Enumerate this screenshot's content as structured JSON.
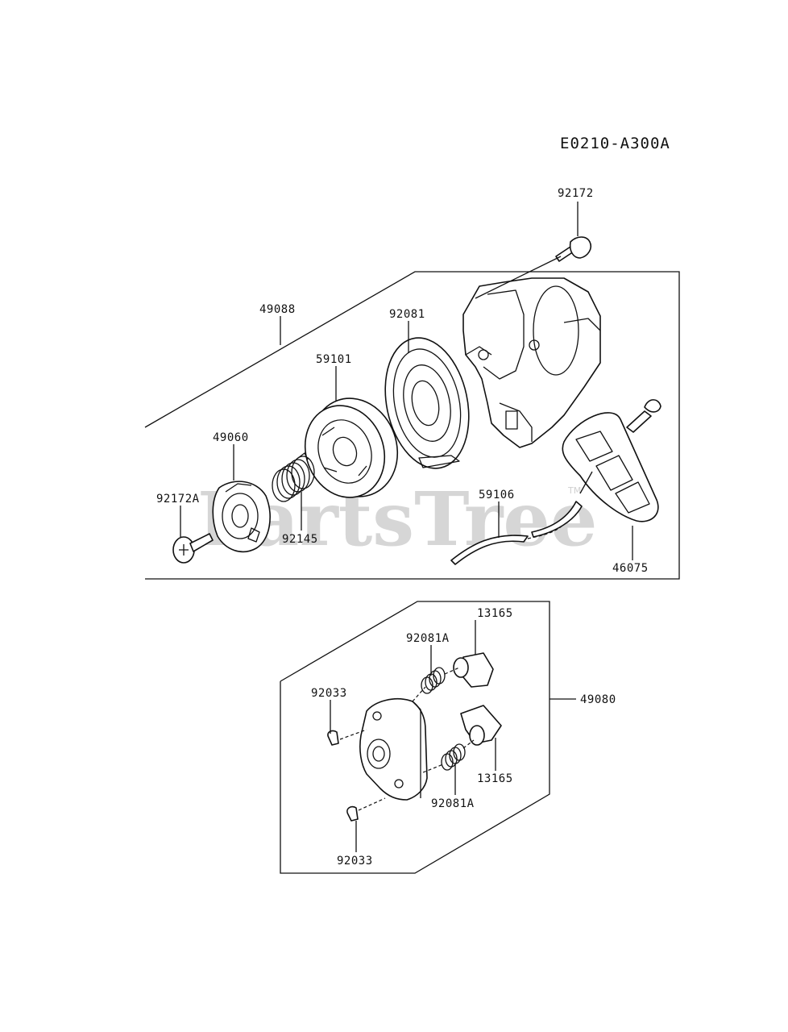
{
  "diagram_code": "E0210-A300A",
  "watermark": "PartsTree",
  "watermark_mark": "TM",
  "parts": {
    "bolt_top": "92172",
    "assembly_upper": "49088",
    "spring_spiral": "92081",
    "pulley": "59101",
    "ratchet": "49060",
    "screw": "92172A",
    "spring_coil": "92145",
    "rope": "59106",
    "handle": "46075",
    "pawl_top": "13165",
    "spring_top": "92081A",
    "clip_left": "92033",
    "assembly_lower": "49080",
    "pawl_bottom": "13165",
    "spring_bottom": "92081A",
    "clip_bottom": "92033"
  }
}
